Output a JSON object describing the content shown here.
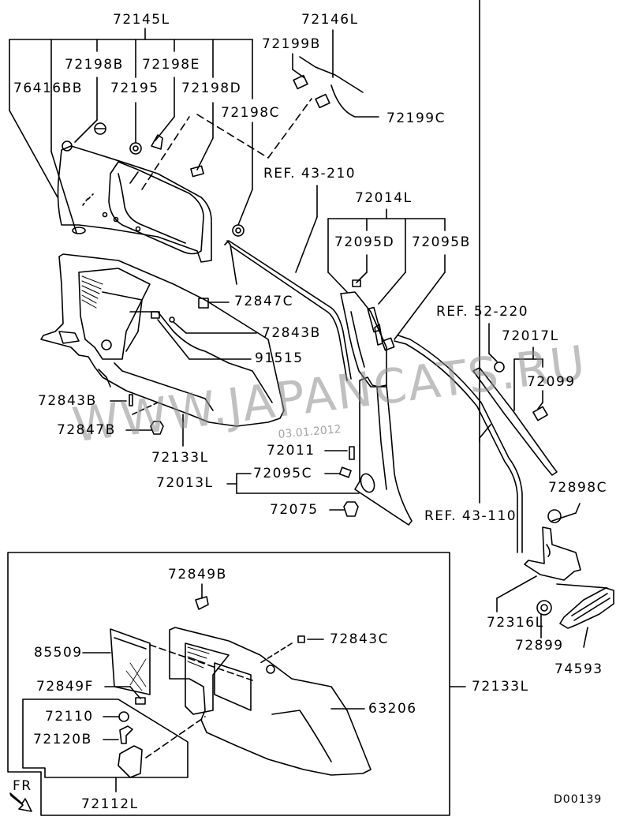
{
  "diagram": {
    "drawing_code": "D00139",
    "watermark": "WWW.JAPANCATS.RU",
    "date_stamp": "03.01.2012",
    "direction_label": "FR",
    "colors": {
      "ink": "#000000",
      "watermark": "#8c8c8c",
      "background": "#ffffff"
    },
    "part_labels": {
      "p72145L": "72145L",
      "p72146L": "72146L",
      "p72198B": "72198B",
      "p72198E": "72198E",
      "p76416BB": "76416BB",
      "p72195": "72195",
      "p72198D": "72198D",
      "p72198C": "72198C",
      "p72199B": "72199B",
      "p72199C": "72199C",
      "ref43210": "REF. 43-210",
      "p72014L": "72014L",
      "p72095D": "72095D",
      "p72095B": "72095B",
      "p72847C": "72847C",
      "p72843B_top": "72843B",
      "p91515": "91515",
      "ref52220": "REF. 52-220",
      "p72017L": "72017L",
      "p72099": "72099",
      "p72843B_left": "72843B",
      "p72847B": "72847B",
      "p72133L_top": "72133L",
      "p72011": "72011",
      "p72013L": "72013L",
      "p72095C": "72095C",
      "p72075": "72075",
      "p72898C": "72898C",
      "ref43110": "REF. 43-110",
      "p72849B": "72849B",
      "p72843C": "72843C",
      "p85509": "85509",
      "p72849F": "72849F",
      "p63206": "63206",
      "p72110": "72110",
      "p72120B": "72120B",
      "p72112L": "72112L",
      "p72133L_box": "72133L",
      "p72316L": "72316L",
      "p72899": "72899",
      "p74593": "74593"
    }
  }
}
